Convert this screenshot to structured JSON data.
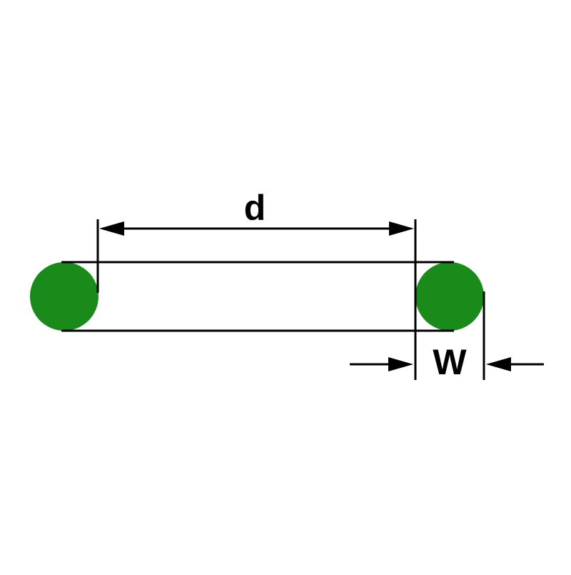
{
  "diagram": {
    "type": "o-ring-dimension-diagram",
    "labels": {
      "inner_diameter": "d",
      "cross_section_width": "W"
    },
    "colors": {
      "oring_green": "#1a8a1a",
      "line_black": "#000000",
      "background": "#ffffff"
    }
  }
}
